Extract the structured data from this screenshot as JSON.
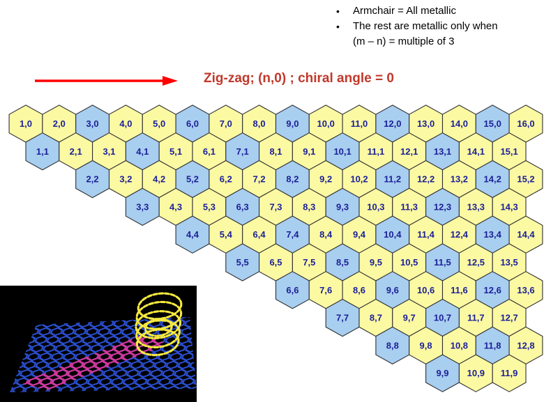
{
  "bullets": {
    "marker": "•",
    "items": [
      {
        "lines": [
          "Armchair = All metallic"
        ]
      },
      {
        "lines": [
          "The rest are metallic only when",
          "(m – n) = multiple of 3"
        ]
      }
    ]
  },
  "title": {
    "text": "Zig-zag; (n,0) ; chiral angle = 0",
    "color": "#C0392B"
  },
  "arrow": {
    "color": "#FF0000"
  },
  "grid": {
    "colors": {
      "semiconducting_fill": "#FCF9A3",
      "metallic_fill": "#A8CEF0",
      "label": "#1B1F97",
      "border": "#2F2F2F"
    },
    "metallic_rule": "(n - m) = multiple of 3",
    "label_format": "n,m",
    "rows": [
      {
        "m": 0,
        "start": 1,
        "cells": [
          [
            "1,0",
            0
          ],
          [
            "2,0",
            0
          ],
          [
            "3,0",
            1
          ],
          [
            "4,0",
            0
          ],
          [
            "5,0",
            0
          ],
          [
            "6,0",
            1
          ],
          [
            "7,0",
            0
          ],
          [
            "8,0",
            0
          ],
          [
            "9,0",
            1
          ],
          [
            "10,0",
            0
          ],
          [
            "11,0",
            0
          ],
          [
            "12,0",
            1
          ],
          [
            "13,0",
            0
          ],
          [
            "14,0",
            0
          ],
          [
            "15,0",
            1
          ],
          [
            "16,0",
            0
          ]
        ]
      },
      {
        "m": 1,
        "start": 1,
        "cells": [
          [
            "1,1",
            1
          ],
          [
            "2,1",
            0
          ],
          [
            "3,1",
            0
          ],
          [
            "4,1",
            1
          ],
          [
            "5,1",
            0
          ],
          [
            "6,1",
            0
          ],
          [
            "7,1",
            1
          ],
          [
            "8,1",
            0
          ],
          [
            "9,1",
            0
          ],
          [
            "10,1",
            1
          ],
          [
            "11,1",
            0
          ],
          [
            "12,1",
            0
          ],
          [
            "13,1",
            1
          ],
          [
            "14,1",
            0
          ],
          [
            "15,1",
            0
          ]
        ]
      },
      {
        "m": 2,
        "start": 2,
        "cells": [
          [
            "2,2",
            1
          ],
          [
            "3,2",
            0
          ],
          [
            "4,2",
            0
          ],
          [
            "5,2",
            1
          ],
          [
            "6,2",
            0
          ],
          [
            "7,2",
            0
          ],
          [
            "8,2",
            1
          ],
          [
            "9,2",
            0
          ],
          [
            "10,2",
            0
          ],
          [
            "11,2",
            1
          ],
          [
            "12,2",
            0
          ],
          [
            "13,2",
            0
          ],
          [
            "14,2",
            1
          ],
          [
            "15,2",
            0
          ]
        ]
      },
      {
        "m": 3,
        "start": 3,
        "cells": [
          [
            "3,3",
            1
          ],
          [
            "4,3",
            0
          ],
          [
            "5,3",
            0
          ],
          [
            "6,3",
            1
          ],
          [
            "7,3",
            0
          ],
          [
            "8,3",
            0
          ],
          [
            "9,3",
            1
          ],
          [
            "10,3",
            0
          ],
          [
            "11,3",
            0
          ],
          [
            "12,3",
            1
          ],
          [
            "13,3",
            0
          ],
          [
            "14,3",
            0
          ]
        ]
      },
      {
        "m": 4,
        "start": 4,
        "cells": [
          [
            "4,4",
            1
          ],
          [
            "5,4",
            0
          ],
          [
            "6,4",
            0
          ],
          [
            "7,4",
            1
          ],
          [
            "8,4",
            0
          ],
          [
            "9,4",
            0
          ],
          [
            "10,4",
            1
          ],
          [
            "11,4",
            0
          ],
          [
            "12,4",
            0
          ],
          [
            "13,4",
            1
          ],
          [
            "14,4",
            0
          ]
        ]
      },
      {
        "m": 5,
        "start": 5,
        "cells": [
          [
            "5,5",
            1
          ],
          [
            "6,5",
            0
          ],
          [
            "7,5",
            0
          ],
          [
            "8,5",
            1
          ],
          [
            "9,5",
            0
          ],
          [
            "10,5",
            0
          ],
          [
            "11,5",
            1
          ],
          [
            "12,5",
            0
          ],
          [
            "13,5",
            0
          ]
        ]
      },
      {
        "m": 6,
        "start": 6,
        "cells": [
          [
            "6,6",
            1
          ],
          [
            "7,6",
            0
          ],
          [
            "8,6",
            0
          ],
          [
            "9,6",
            1
          ],
          [
            "10,6",
            0
          ],
          [
            "11,6",
            0
          ],
          [
            "12,6",
            1
          ],
          [
            "13,6",
            0
          ]
        ]
      },
      {
        "m": 7,
        "start": 7,
        "cells": [
          [
            "7,7",
            1
          ],
          [
            "8,7",
            0
          ],
          [
            "9,7",
            0
          ],
          [
            "10,7",
            1
          ],
          [
            "11,7",
            0
          ],
          [
            "12,7",
            0
          ]
        ]
      },
      {
        "m": 8,
        "start": 8,
        "cells": [
          [
            "8,8",
            1
          ],
          [
            "9,8",
            0
          ],
          [
            "10,8",
            0
          ],
          [
            "11,8",
            1
          ],
          [
            "12,8",
            0
          ]
        ]
      },
      {
        "m": 9,
        "start": 9,
        "cells": [
          [
            "9,9",
            1
          ],
          [
            "10,9",
            0
          ],
          [
            "11,9",
            0
          ]
        ]
      }
    ]
  },
  "inset": {
    "colors": {
      "background": "#000000",
      "sheet_mesh": "#2B50D4",
      "strip_mesh": "#D5389B",
      "tube": "#F5E93F"
    }
  }
}
